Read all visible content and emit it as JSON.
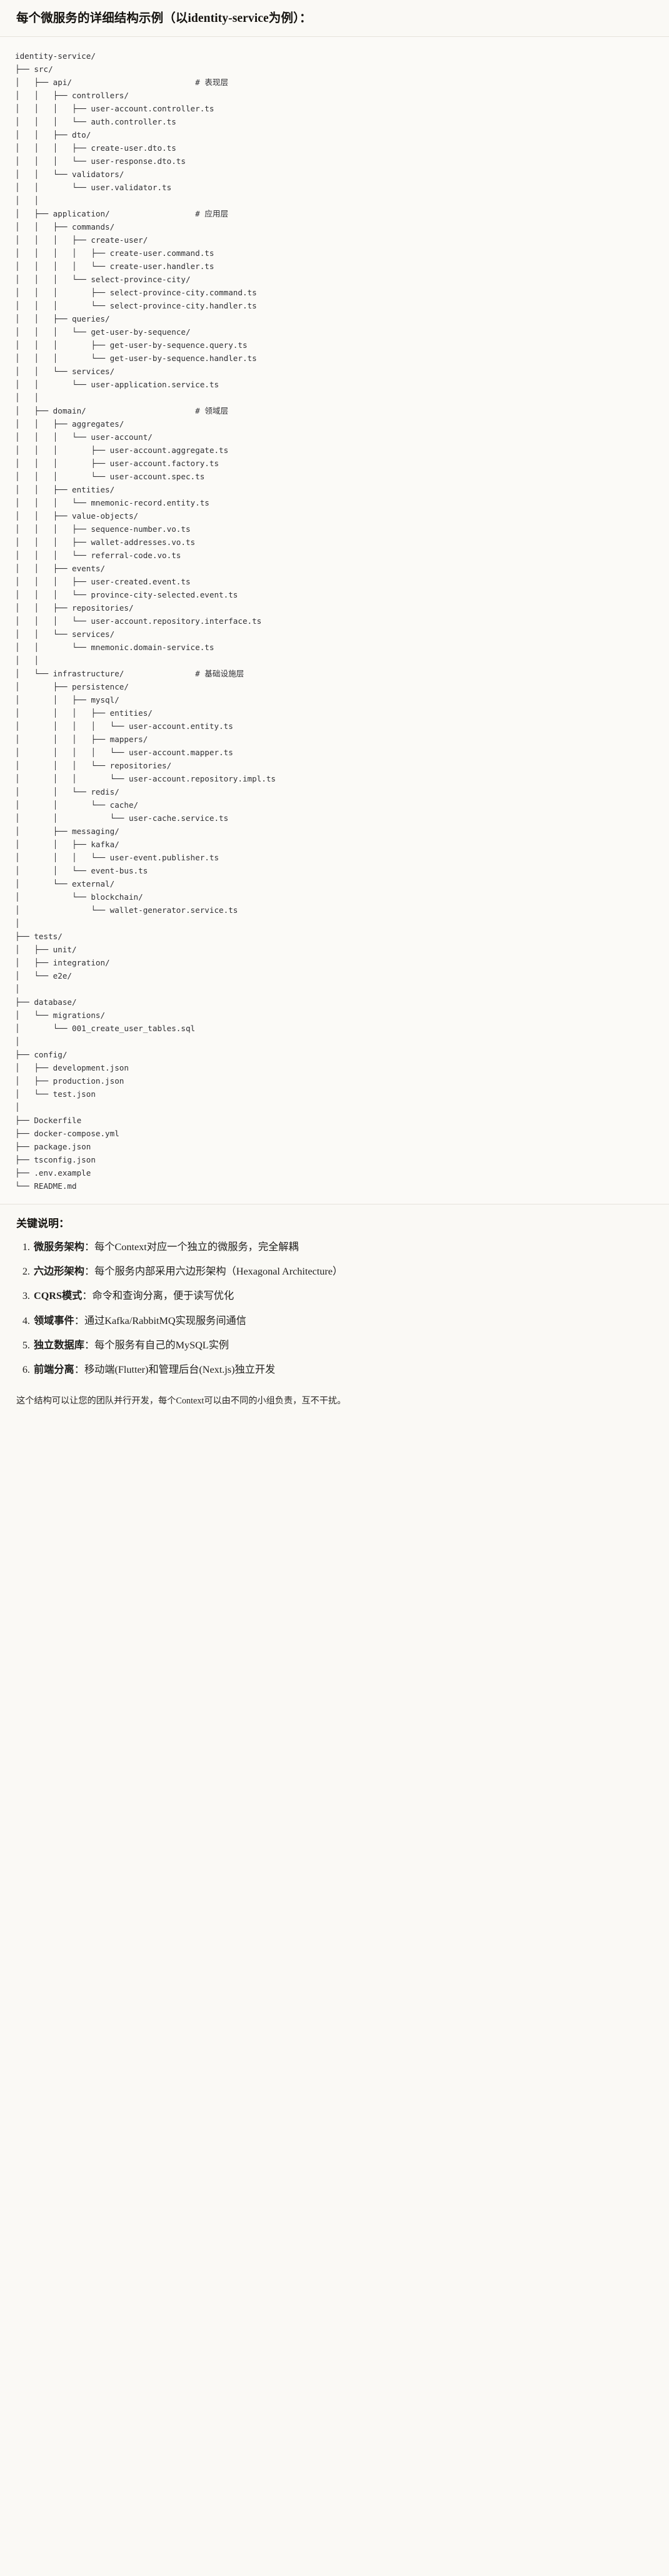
{
  "document": {
    "heading": "每个微服务的详细结构示例（以identity-service为例）：",
    "tree_title": "identity-service/",
    "tree_text": "identity-service/\n├── src/\n│   ├── api/                          # 表现层\n│   │   ├── controllers/\n│   │   │   ├── user-account.controller.ts\n│   │   │   └── auth.controller.ts\n│   │   ├── dto/\n│   │   │   ├── create-user.dto.ts\n│   │   │   └── user-response.dto.ts\n│   │   └── validators/\n│   │       └── user.validator.ts\n│   │\n│   ├── application/                  # 应用层\n│   │   ├── commands/\n│   │   │   ├── create-user/\n│   │   │   │   ├── create-user.command.ts\n│   │   │   │   └── create-user.handler.ts\n│   │   │   └── select-province-city/\n│   │   │       ├── select-province-city.command.ts\n│   │   │       └── select-province-city.handler.ts\n│   │   ├── queries/\n│   │   │   └── get-user-by-sequence/\n│   │   │       ├── get-user-by-sequence.query.ts\n│   │   │       └── get-user-by-sequence.handler.ts\n│   │   └── services/\n│   │       └── user-application.service.ts\n│   │\n│   ├── domain/                       # 领域层\n│   │   ├── aggregates/\n│   │   │   └── user-account/\n│   │   │       ├── user-account.aggregate.ts\n│   │   │       ├── user-account.factory.ts\n│   │   │       └── user-account.spec.ts\n│   │   ├── entities/\n│   │   │   └── mnemonic-record.entity.ts\n│   │   ├── value-objects/\n│   │   │   ├── sequence-number.vo.ts\n│   │   │   ├── wallet-addresses.vo.ts\n│   │   │   └── referral-code.vo.ts\n│   │   ├── events/\n│   │   │   ├── user-created.event.ts\n│   │   │   └── province-city-selected.event.ts\n│   │   ├── repositories/\n│   │   │   └── user-account.repository.interface.ts\n│   │   └── services/\n│   │       └── mnemonic.domain-service.ts\n│   │\n│   └── infrastructure/               # 基础设施层\n│       ├── persistence/\n│       │   ├── mysql/\n│       │   │   ├── entities/\n│       │   │   │   └── user-account.entity.ts\n│       │   │   ├── mappers/\n│       │   │   │   └── user-account.mapper.ts\n│       │   │   └── repositories/\n│       │   │       └── user-account.repository.impl.ts\n│       │   └── redis/\n│       │       └── cache/\n│       │           └── user-cache.service.ts\n│       ├── messaging/\n│       │   ├── kafka/\n│       │   │   └── user-event.publisher.ts\n│       │   └── event-bus.ts\n│       └── external/\n│           └── blockchain/\n│               └── wallet-generator.service.ts\n│\n├── tests/\n│   ├── unit/\n│   ├── integration/\n│   └── e2e/\n│\n├── database/\n│   └── migrations/\n│       └── 001_create_user_tables.sql\n│\n├── config/\n│   ├── development.json\n│   ├── production.json\n│   └── test.json\n│\n├── Dockerfile\n├── docker-compose.yml\n├── package.json\n├── tsconfig.json\n├── .env.example\n└── README.md",
    "layer_comments": [
      "# 表现层",
      "# 应用层",
      "# 领域层",
      "# 基础设施层"
    ],
    "keypoints_title": "关键说明：",
    "keypoints": [
      {
        "term": "微服务架构",
        "sep": "：",
        "desc": "每个Context对应一个独立的微服务，完全解耦"
      },
      {
        "term": "六边形架构",
        "sep": "：",
        "desc": "每个服务内部采用六边形架构（Hexagonal Architecture）"
      },
      {
        "term": "CQRS模式",
        "sep": "：",
        "desc": "命令和查询分离，便于读写优化"
      },
      {
        "term": "领域事件",
        "sep": "：",
        "desc": "通过Kafka/RabbitMQ实现服务间通信"
      },
      {
        "term": "独立数据库",
        "sep": "：",
        "desc": "每个服务有自己的MySQL实例"
      },
      {
        "term": "前端分离",
        "sep": "：",
        "desc": "移动端(Flutter)和管理后台(Next.js)独立开发"
      }
    ],
    "closing": "这个结构可以让您的团队并行开发，每个Context可以由不同的小组负责，互不干扰。"
  },
  "colors": {
    "background": "#faf9f5",
    "code_background": "#fbfaf7",
    "text": "#1f1e1c",
    "code_text": "#2f2f33",
    "rule": "#e6e3dc"
  }
}
